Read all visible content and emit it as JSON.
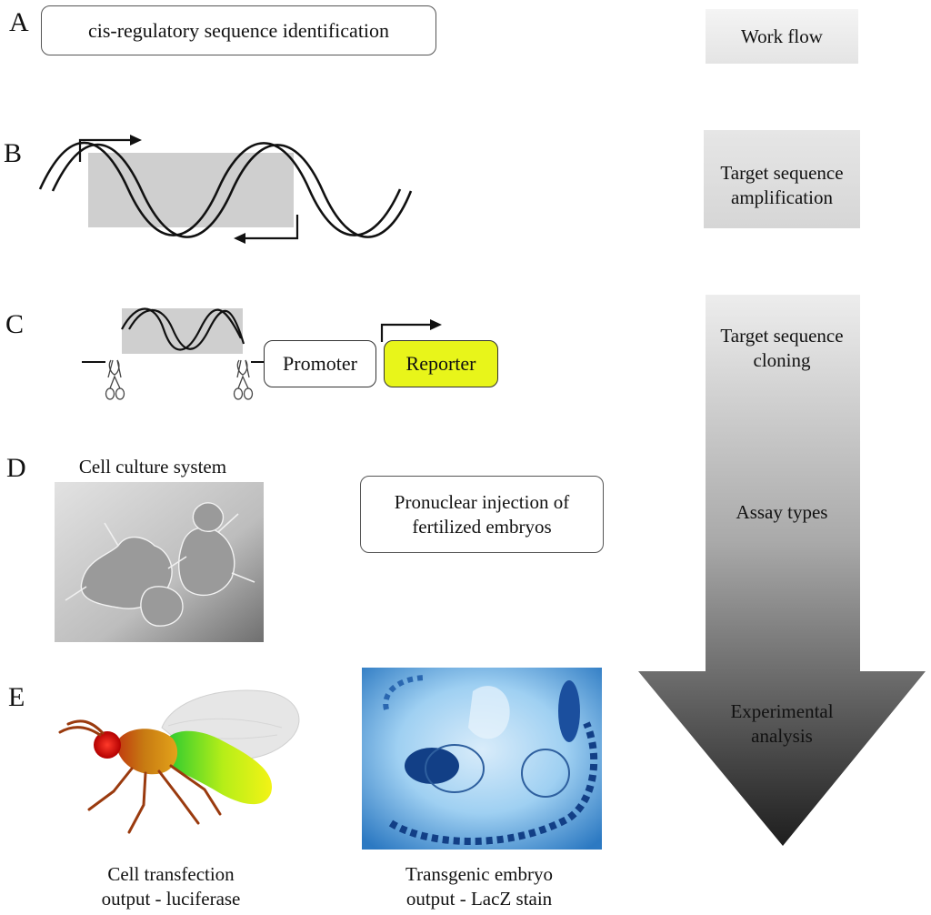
{
  "panels": {
    "a": {
      "letter": "A",
      "box_text": "cis-regulatory sequence identification"
    },
    "b": {
      "letter": "B"
    },
    "c": {
      "letter": "C",
      "promoter_label": "Promoter",
      "reporter_label": "Reporter"
    },
    "d": {
      "letter": "D",
      "cell_culture_label": "Cell culture system",
      "injection_line1": "Pronuclear injection of",
      "injection_line2": "fertilized embryos"
    },
    "e": {
      "letter": "E",
      "fly_caption_line1": "Cell transfection",
      "fly_caption_line2": "output - luciferase",
      "embryo_caption_line1": "Transgenic embryo",
      "embryo_caption_line2": "output - LacZ stain"
    }
  },
  "workflow": {
    "title": "Work flow",
    "step1_line1": "Target sequence",
    "step1_line2": "amplification",
    "step2_line1": "Target sequence",
    "step2_line2": "cloning",
    "step3": "Assay types",
    "step4_line1": "Experimental",
    "step4_line2": "analysis"
  },
  "colors": {
    "reporter_fill": "#e8f51a",
    "shaded_region": "#cfcfcf",
    "embryo_stain": "#1b4f9e"
  }
}
